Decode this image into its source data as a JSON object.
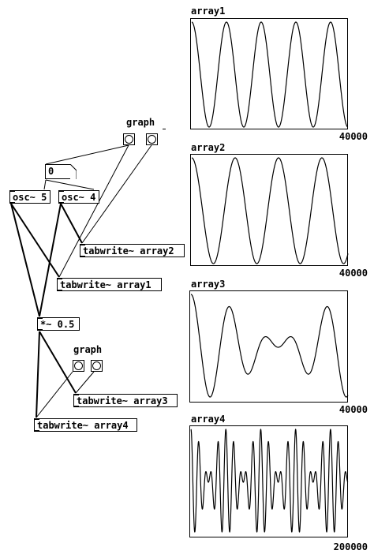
{
  "canvas": {
    "graph1_label": "graph",
    "graph2_label": "graph",
    "number_box_value": "0",
    "objects": {
      "osc5": "osc~ 5",
      "osc4": "osc~ 4",
      "tw2": "tabwrite~ array2",
      "tw1": "tabwrite~ array1",
      "mul": "*~ 0.5",
      "tw3": "tabwrite~ array3",
      "tw4": "tabwrite~ array4"
    }
  },
  "arrays": [
    {
      "name": "array1",
      "size": "40000",
      "waveform": "sine",
      "cycles": 5
    },
    {
      "name": "array2",
      "size": "40000",
      "waveform": "sine",
      "cycles": 4
    },
    {
      "name": "array3",
      "size": "40000",
      "waveform": "sum of sines 5 and 4"
    },
    {
      "name": "array4",
      "size": "200000",
      "waveform": "sum of sines 5 and 4"
    }
  ]
}
